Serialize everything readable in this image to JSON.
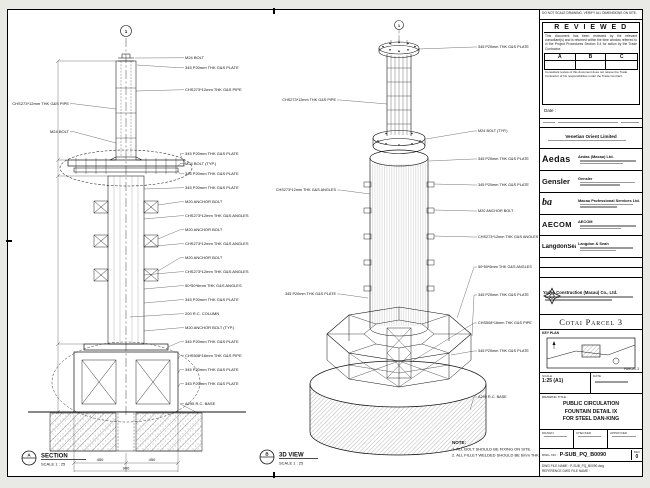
{
  "left_view": {
    "grid_bubble": "1",
    "bubble_top": "A",
    "bubble_bottom": "-",
    "title": "SECTION",
    "scale": "SCALE 1 : 25",
    "annotations": [
      "M24 BOLT",
      "345 P20mm THK G&S PLATE",
      "CHS273*12mm THK G&S PIPE",
      "345 P20mm THK G&S PLATE",
      "M24 BOLT (TYP.)",
      "345 P20mm THK G&S PLATE",
      "345 P20mm THK G&S PLATE",
      "M20 ANCHOR BOLT",
      "CHS273*12mm THK G&S ANGLES",
      "M20 ANCHOR BOLT",
      "CHS273*12mm THK G&S ANGLES",
      "M20 ANCHOR BOLT",
      "CHS273*12mm THK G&S ANGLES",
      "50*50*6mm THK G&S ANGLES",
      "345 P20mm THK G&S PLATE",
      "200 R.C. COLUMN",
      "M20 ANCHOR BOLT (TYP.)",
      "345 P20mm THK G&S PLATE",
      "CHS508*16mm THK G&S PIPE",
      "345 P20mm THK G&S PLATE",
      "345 P20mm THK G&S PLATE",
      "A295 R.C. BASE"
    ],
    "side_labels": [
      "CHS273*12mm THK G&S PIPE",
      "M24 BOLT"
    ],
    "dims": [
      "450",
      "450",
      "900"
    ]
  },
  "iso_view": {
    "grid_bubble": "1",
    "bubble_top": "B",
    "bubble_bottom": "-",
    "title": "3D VIEW",
    "scale": "SCALE 1 : 25",
    "right_annotations": [
      "345 P20mm THK G&S PLATE",
      "M24 BOLT (TYP.)",
      "345 P20mm THK G&S PLATE",
      "345 P20mm THK G&S PLATE",
      "M20 ANCHOR BOLT",
      "CHS273*12mm THK G&S ANGLES",
      "50*50*6mm THK G&S ANGLES",
      "345 P20mm THK G&S PLATE",
      "CHS508*16mm THK G&S PIPE",
      "345 P20mm THK G&S PLATE",
      "A295 R.C. BASE"
    ],
    "left_annotations": [
      "CHS273*12mm THK G&S PIPE",
      "CHS273*12mm THK G&S ANGLES",
      "345 P20mm THK G&S PLATE"
    ]
  },
  "notes": {
    "heading": "NOTE:",
    "lines": [
      "1. ALL BOLT SHOULD BE FIXING ON SITE.",
      "2. ALL FILLET WELDED SHOULD BE 6mm THK."
    ]
  },
  "titleblock": {
    "top_note": "DO NOT SCALE DRAWING. VERIFY ALL DIMENSIONS ON SITE.",
    "stamp": {
      "header": "R E V I E W E D",
      "body": "This document has been reviewed by the relevant consultant(s) and is returned within the time window referred to in the Project Procedures Section 5.4 for action by the Trade Contractor.",
      "cols": [
        "A",
        "B",
        "C"
      ],
      "footer": "Consultant review of this document does not relieve the Trade Contractor of his responsibilities under the Trade Contract.",
      "date_label": "Date :"
    },
    "companies": [
      {
        "logo": "",
        "name": "Venetian Orient Limited"
      },
      {
        "logo": "Aedas",
        "name": "Aedas (Macau) Ltd."
      },
      {
        "logo": "Gensler",
        "name": "Gensler"
      },
      {
        "logo": "ba",
        "name": "Macau Professional Services Ltd."
      },
      {
        "logo": "AECOM",
        "name": "AECOM"
      },
      {
        "logo": "LangdonSeah",
        "name": "Langdon & Seah"
      }
    ],
    "contractor": {
      "name": "Yadea Construction (Macau) Co., Ltd."
    },
    "project": "Cotai Parcel 3",
    "key_plan": {
      "label": "KEY PLAN",
      "caption": "PARCEL 3"
    },
    "fields": {
      "scale_label": "SCALE",
      "scale_value": "1:25 (A1)",
      "date_label": "DATE"
    },
    "drawing_title": {
      "label": "DRAWING TITLE :",
      "lines": [
        "PUBLIC CIRCULATION",
        "FOUNTAIN DETAIL IX",
        "FOR STEEL DAN-KING"
      ]
    },
    "signoff": {
      "drawn": "DRAWN",
      "checked": "CHECKED",
      "approved": "APPROVED"
    },
    "dwg_no": {
      "label": "DWG. NO :",
      "value": "P-SUB_PQ_B0090",
      "rev_label": "REV",
      "rev_value": "0"
    },
    "file_note": "DWG FILE NAME : P-SUB_PQ_B0090.dwg",
    "ref_note": "REFERENCE DWG FILE NAME :"
  }
}
